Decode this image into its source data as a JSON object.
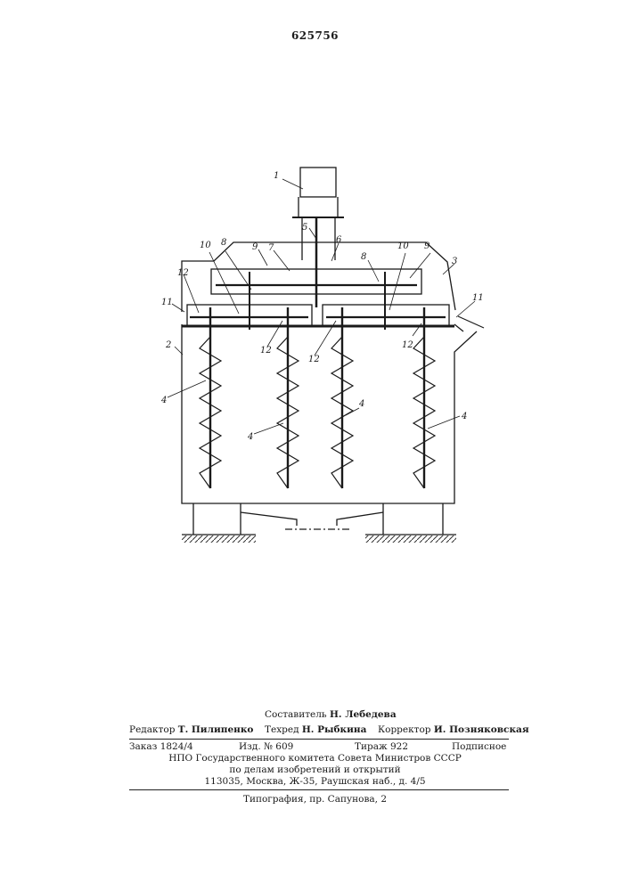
{
  "patent_number": "625756",
  "figure_labels": {
    "l1": "1",
    "l2": "2",
    "l3": "3",
    "l4": "4",
    "l5": "5",
    "l6": "6",
    "l7": "7",
    "l8": "8",
    "l9": "9",
    "l10": "10",
    "l11": "11",
    "l12": "12"
  },
  "imprint": {
    "compiler_label": "Составитель",
    "compiler_name": "Н. Лебедева",
    "editor_label": "Редактор",
    "editor_name": "Т. Пилипенко",
    "techred_label": "Техред",
    "techred_name": "Н. Рыбкина",
    "corrector_label": "Корректор",
    "corrector_name": "И. Позняковская",
    "order": "Заказ 1824/4",
    "edition": "Изд. № 609",
    "circulation": "Тираж 922",
    "subscription": "Подписное",
    "org_line1": "НПО Государственного комитета Совета Министров СССР",
    "org_line2": "по делам изобретений и открытий",
    "address": "113035, Москва, Ж-35, Раушская наб., д. 4/5",
    "printer": "Типография, пр. Сапунова, 2"
  }
}
